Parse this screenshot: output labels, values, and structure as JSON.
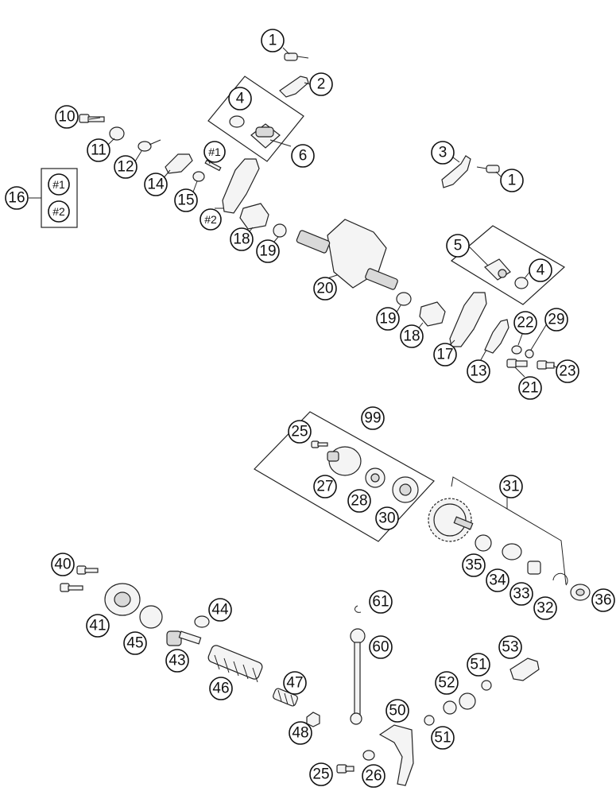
{
  "callouts": {
    "c1a": "1",
    "c2": "2",
    "c4a": "4",
    "c6": "6",
    "c10": "10",
    "c11": "11",
    "c12": "12",
    "c14": "14",
    "c15": "15",
    "c16": "16",
    "c16_1": "#1",
    "c16_2": "#2",
    "c_h1": "#1",
    "c_h2": "#2",
    "c3": "3",
    "c1b": "1",
    "c18a": "18",
    "c19a": "19",
    "c20": "20",
    "c5": "5",
    "c4b": "4",
    "c19b": "19",
    "c18b": "18",
    "c17": "17",
    "c22": "22",
    "c29": "29",
    "c13": "13",
    "c21": "21",
    "c23": "23",
    "c99": "99",
    "c25a": "25",
    "c27": "27",
    "c28": "28",
    "c30": "30",
    "c31": "31",
    "c35": "35",
    "c34": "34",
    "c33": "33",
    "c32": "32",
    "c36": "36",
    "c40": "40",
    "c41": "41",
    "c45": "45",
    "c44": "44",
    "c43": "43",
    "c46": "46",
    "c47": "47",
    "c48": "48",
    "c61": "61",
    "c60": "60",
    "c50": "50",
    "c53": "53",
    "c51a": "51",
    "c52": "52",
    "c51b": "51",
    "c25b": "25",
    "c26": "26"
  }
}
